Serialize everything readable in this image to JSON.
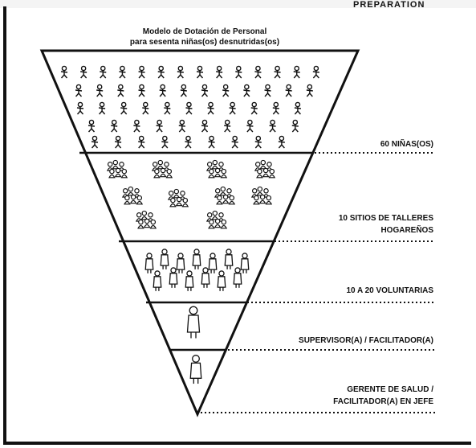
{
  "corner_text": "PREPARATION",
  "title_line1": "Modelo de Dotación de Personal",
  "title_line2": "para sesenta niñas(os) desnutridas(os)",
  "tiers": [
    {
      "label_lines": [
        "60 NIÑAS(OS)"
      ],
      "icon": "children-crowd-icon"
    },
    {
      "label_lines": [
        "10 SITIOS DE TALLERES",
        "HOGAREÑOS"
      ],
      "icon": "workshop-groups-icon"
    },
    {
      "label_lines": [
        "10 A 20 VOLUNTARIAS"
      ],
      "icon": "volunteers-group-icon"
    },
    {
      "label_lines": [
        "SUPERVISOR(A) / FACILITADOR(A)"
      ],
      "icon": "supervisor-figure-icon"
    },
    {
      "label_lines": [
        "GERENTE DE SALUD /",
        "FACILITADOR(A) EN JEFE"
      ],
      "icon": "manager-figure-icon"
    }
  ]
}
